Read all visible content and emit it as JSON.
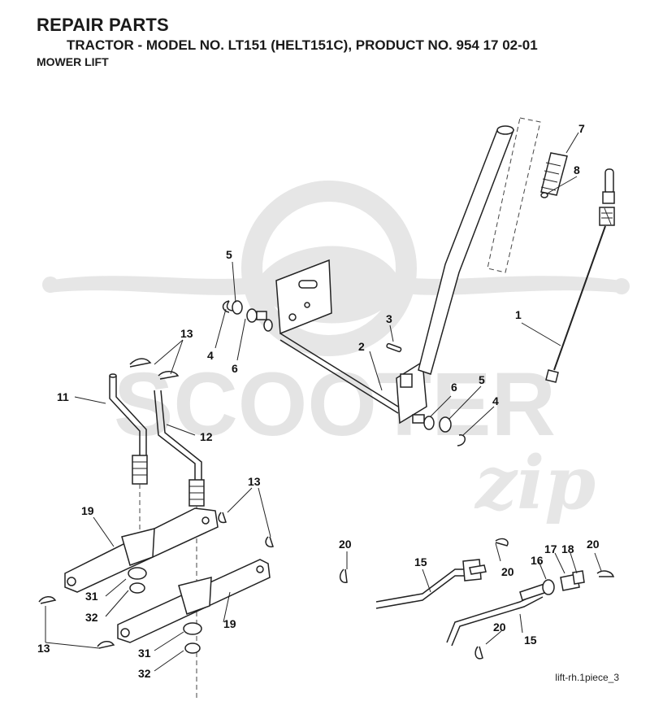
{
  "header": {
    "title": "REPAIR PARTS",
    "subtitle": "TRACTOR - MODEL NO. LT151 (HELT151C), PRODUCT NO. 954 17 02-01",
    "section": "MOWER LIFT"
  },
  "watermark": {
    "text": "SCOOTER",
    "script": "zip"
  },
  "footer": {
    "ref": "lift-rh.1piece_3"
  },
  "callouts": {
    "c1": "1",
    "c2": "2",
    "c3": "3",
    "c4a": "4",
    "c4b": "4",
    "c5a": "5",
    "c5b": "5",
    "c6a": "6",
    "c6b": "6",
    "c7": "7",
    "c8": "8",
    "c11": "11",
    "c12": "12",
    "c13a": "13",
    "c13b": "13",
    "c13c": "13",
    "c15a": "15",
    "c15b": "15",
    "c16": "16",
    "c17": "17",
    "c18": "18",
    "c19a": "19",
    "c19b": "19",
    "c20a": "20",
    "c20b": "20",
    "c20c": "20",
    "c20d": "20",
    "c31a": "31",
    "c31b": "31",
    "c32a": "32",
    "c32b": "32"
  }
}
